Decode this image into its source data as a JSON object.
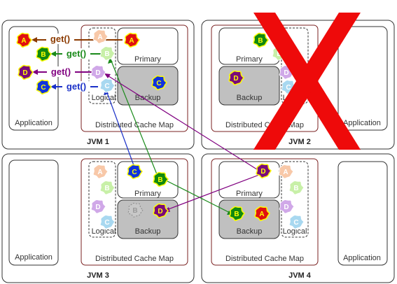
{
  "jvms": [
    {
      "id": "jvm1",
      "label": "JVM  1",
      "application": "Application",
      "cache_map": "Distributed Cache Map",
      "primary": "Primary",
      "backup": "Backup",
      "logical": "Logical"
    },
    {
      "id": "jvm2",
      "label": "JVM  2",
      "application": "Application",
      "cache_map": "Distributed Cache Map",
      "primary": "Primary",
      "backup": "Backup",
      "logical": "Logical",
      "failed": true
    },
    {
      "id": "jvm3",
      "label": "JVM 3",
      "application": "Application",
      "cache_map": "Distributed Cache Map",
      "primary": "Primary",
      "backup": "Backup",
      "logical": "Logical"
    },
    {
      "id": "jvm4",
      "label": "JVM 4",
      "application": "Application",
      "cache_map": "Distributed Cache Map",
      "primary": "Primary",
      "backup": "Backup",
      "logical": "Logical"
    }
  ],
  "get_calls": [
    {
      "text": "get()",
      "key": "A",
      "color": "#8b3a00"
    },
    {
      "text": "get()",
      "key": "B",
      "color": "#1a8a1a"
    },
    {
      "text": "get()",
      "key": "D",
      "color": "#800080"
    },
    {
      "text": "get()",
      "key": "C",
      "color": "#1a30c8"
    }
  ],
  "entries": {
    "A": {
      "letter": "A",
      "color": "#e01010",
      "light": "#f8c8a8"
    },
    "B": {
      "letter": "B",
      "color": "#118811",
      "light": "#c8f0a8"
    },
    "C": {
      "letter": "C",
      "color": "#1133dd",
      "light": "#a8d8f0"
    },
    "D": {
      "letter": "D",
      "color": "#7a0a7a",
      "light": "#d0a8e8"
    }
  },
  "colors": {
    "failure_x": "#ee0a0a",
    "frame": "#552222",
    "backup_fill": "#c0c0c0",
    "text_color": "#ffff00"
  }
}
